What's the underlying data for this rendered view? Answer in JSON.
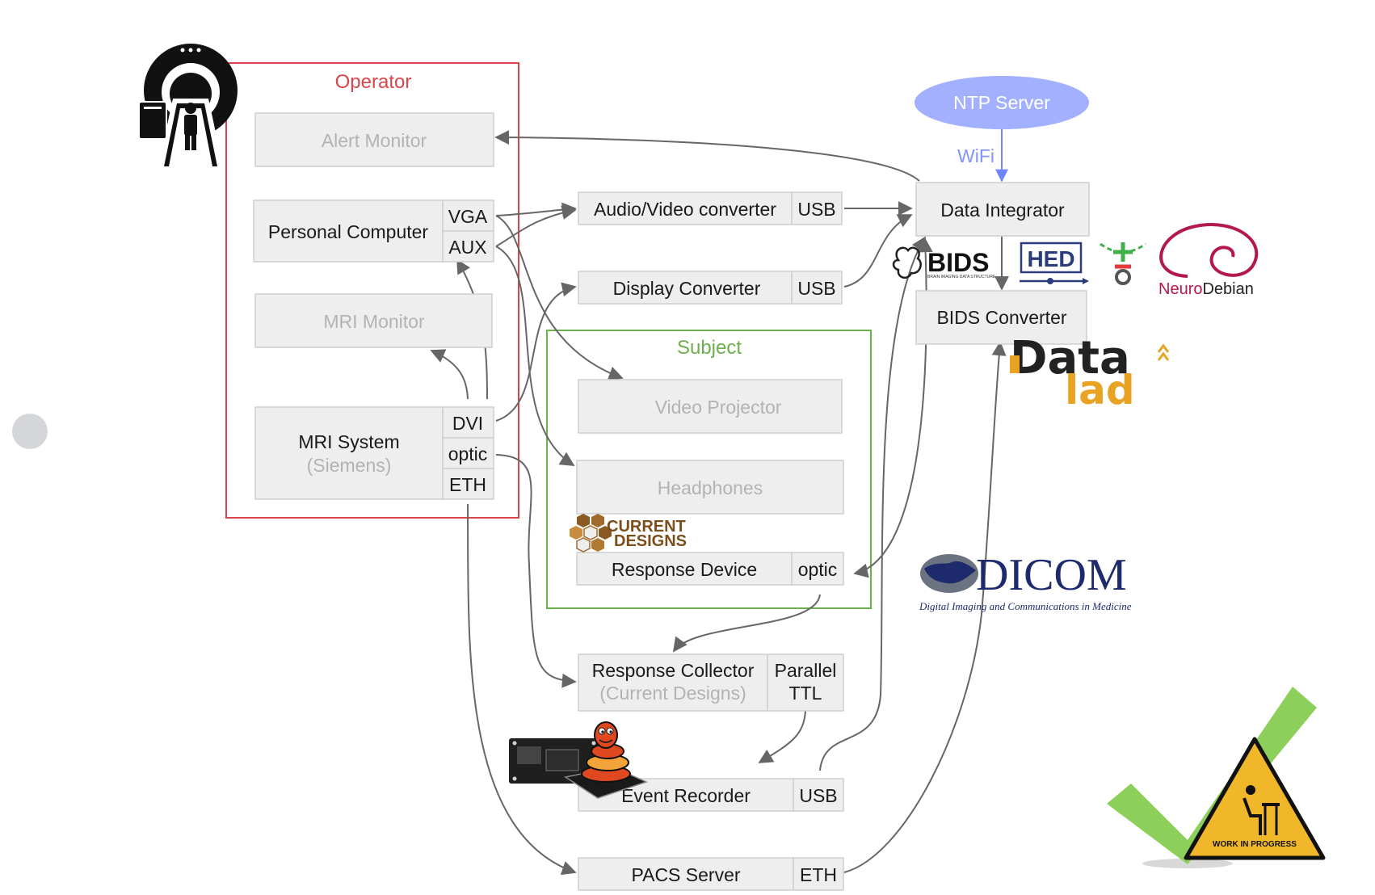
{
  "groups": {
    "operator": "Operator",
    "subject": "Subject"
  },
  "nodes": {
    "alert_monitor": "Alert Monitor",
    "personal_computer": "Personal Computer",
    "pc_vga": "VGA",
    "pc_aux": "AUX",
    "mri_monitor": "MRI Monitor",
    "mri_system": "MRI System",
    "mri_system_sub": "(Siemens)",
    "mri_dvi": "DVI",
    "mri_optic": "optic",
    "mri_eth": "ETH",
    "av_converter": "Audio/Video converter",
    "av_usb": "USB",
    "display_converter": "Display Converter",
    "display_usb": "USB",
    "video_projector": "Video Projector",
    "headphones": "Headphones",
    "response_device": "Response Device",
    "response_optic": "optic",
    "response_collector": "Response Collector",
    "response_collector_sub": "(Current Designs)",
    "rc_parallel": "Parallel",
    "rc_ttl": "TTL",
    "event_recorder": "Event Recorder",
    "er_usb": "USB",
    "pacs_server": "PACS Server",
    "pacs_eth": "ETH",
    "ntp_server": "NTP Server",
    "wifi": "WiFi",
    "data_integrator": "Data Integrator",
    "bids_converter": "BIDS Converter"
  },
  "logos": {
    "bids": "BIDS",
    "bids_tagline": "BRAIN IMAGING DATA STRUCTURE",
    "hed": "HED",
    "neurodebian_a": "Neuro",
    "neurodebian_b": "Debian",
    "datalad_a": "Data",
    "datalad_b": "lad",
    "current_designs_a": "CURRENT",
    "current_designs_b": "DESIGNS",
    "dicom": "DICOM",
    "dicom_tagline": "Digital Imaging and Communications in Medicine",
    "wip": "WORK IN PROGRESS"
  },
  "colors": {
    "operator_frame": "#d9454a",
    "subject_frame": "#6bb04d",
    "ntp_fill": "#a3b0ff",
    "wifi_link": "#6f86ff",
    "check_green": "#8ccf5a",
    "warning_yellow": "#f1b72a",
    "datalad_gold": "#e8a323",
    "neurodebian_red": "#b3194f",
    "dicom_navy": "#1d2a6b"
  }
}
